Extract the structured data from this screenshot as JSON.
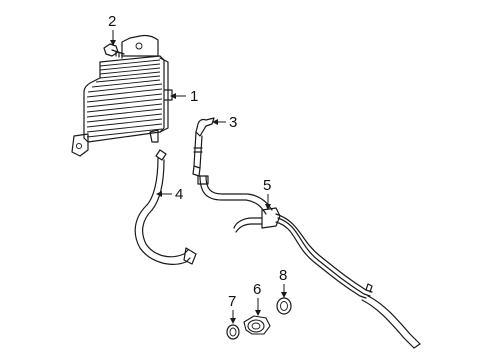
{
  "diagram": {
    "callouts": [
      {
        "id": "1",
        "label": "1",
        "part": "oil-cooler"
      },
      {
        "id": "2",
        "label": "2",
        "part": "bolt"
      },
      {
        "id": "3",
        "label": "3",
        "part": "cooler-tube-fitting"
      },
      {
        "id": "4",
        "label": "4",
        "part": "cooler-hose"
      },
      {
        "id": "5",
        "label": "5",
        "part": "cooler-line-assembly"
      },
      {
        "id": "6",
        "label": "6",
        "part": "connector"
      },
      {
        "id": "7",
        "label": "7",
        "part": "o-ring-small"
      },
      {
        "id": "8",
        "label": "8",
        "part": "o-ring-large"
      }
    ]
  }
}
